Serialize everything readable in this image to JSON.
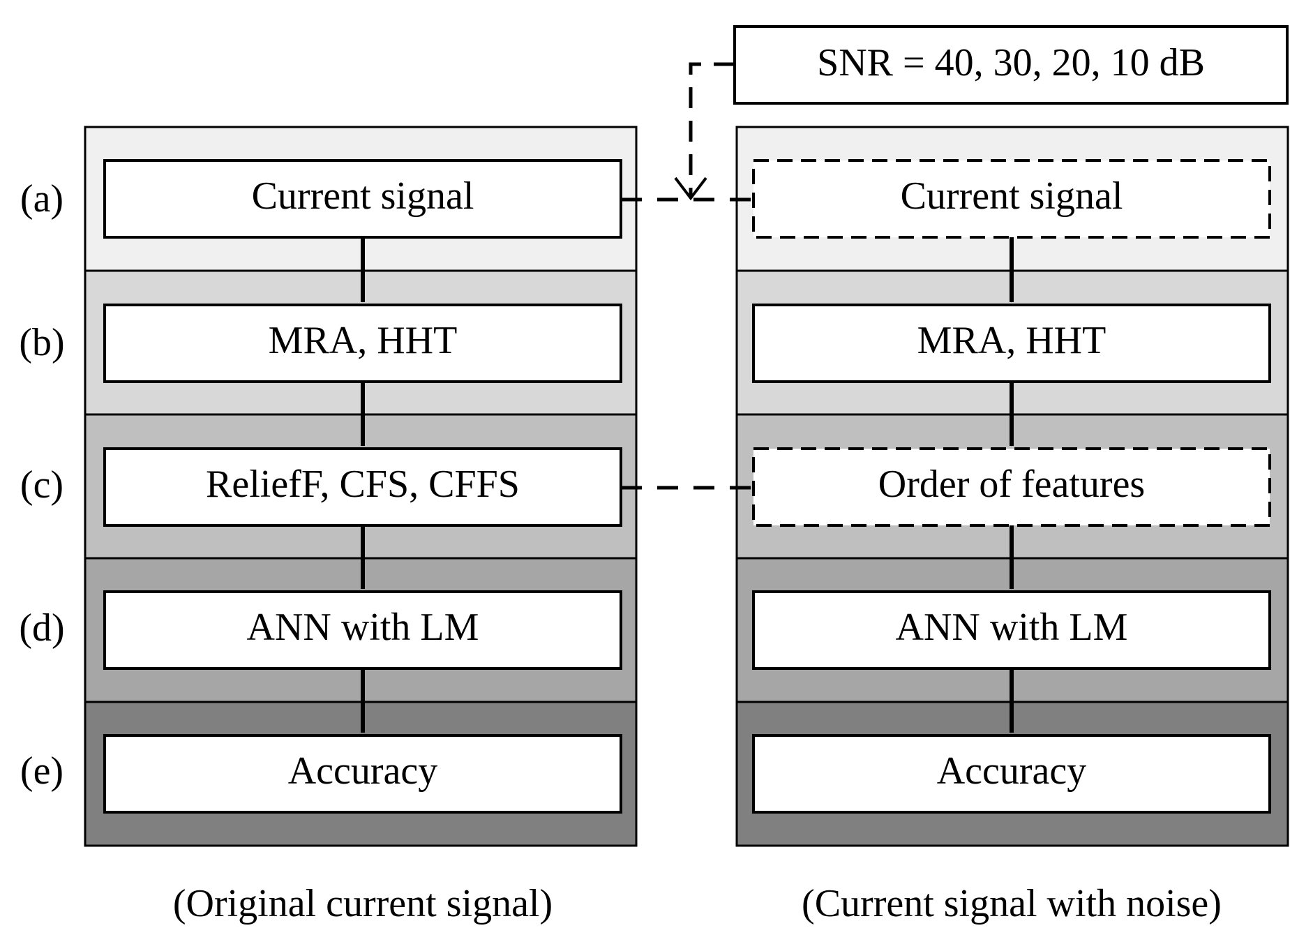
{
  "row_labels": [
    "(a)",
    "(b)",
    "(c)",
    "(d)",
    "(e)"
  ],
  "left_column": {
    "caption": "(Original current signal)",
    "boxes": [
      "Current signal",
      "MRA, HHT",
      "ReliefF, CFS, CFFS",
      "ANN with LM",
      "Accuracy"
    ]
  },
  "right_column": {
    "caption": "(Current signal with noise)",
    "boxes": [
      "Current signal",
      "MRA, HHT",
      "Order of features",
      "ANN with LM",
      "Accuracy"
    ]
  },
  "noise_box": "SNR = 40, 30, 20, 10 dB",
  "band_colors": [
    "#f0f0f0",
    "#d8d8d8",
    "#bfbfbf",
    "#a6a6a6",
    "#808080"
  ]
}
